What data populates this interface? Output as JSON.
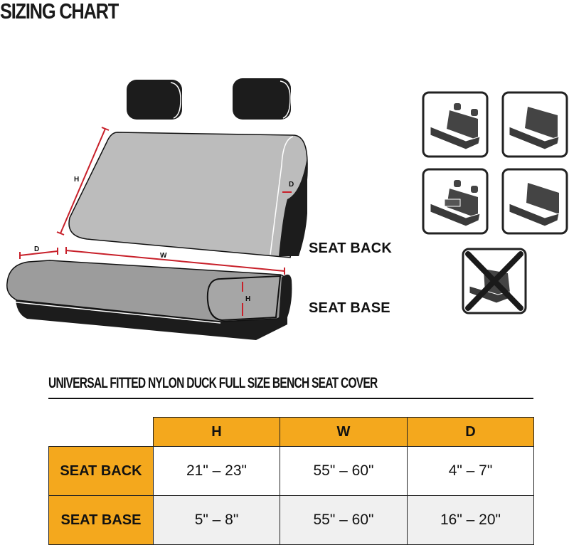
{
  "header": {
    "title": "SIZING CHART"
  },
  "diagram": {
    "labels": {
      "back_h": "H",
      "back_d": "D",
      "base_d": "D",
      "base_w": "W",
      "base_h": "H"
    },
    "seat_back_label": "SEAT BACK",
    "seat_base_label": "SEAT BASE"
  },
  "compatibility_icons": [
    {
      "name": "bench-with-two-headrests",
      "compatible": true
    },
    {
      "name": "bench-with-integrated-headrests",
      "compatible": true
    },
    {
      "name": "bench-with-center-console",
      "compatible": true
    },
    {
      "name": "bench-no-headrests",
      "compatible": true
    },
    {
      "name": "bucket-seat",
      "compatible": false
    }
  ],
  "product": {
    "title": "UNIVERSAL FITTED NYLON DUCK FULL SIZE BENCH SEAT COVER"
  },
  "table": {
    "columns": [
      "H",
      "W",
      "D"
    ],
    "rows": [
      {
        "label": "SEAT BACK",
        "values": [
          "21\" – 23\"",
          "55\" – 60\"",
          "4\" – 7\""
        ]
      },
      {
        "label": "SEAT BASE",
        "values": [
          "5\" – 8\"",
          "55\" – 60\"",
          "16\" – 20\""
        ]
      }
    ]
  },
  "colors": {
    "accent": "#f4a81d",
    "measure_line": "#c8202a",
    "seat_gray": "#bcbcbc",
    "seat_dark": "#1c1c1c"
  }
}
